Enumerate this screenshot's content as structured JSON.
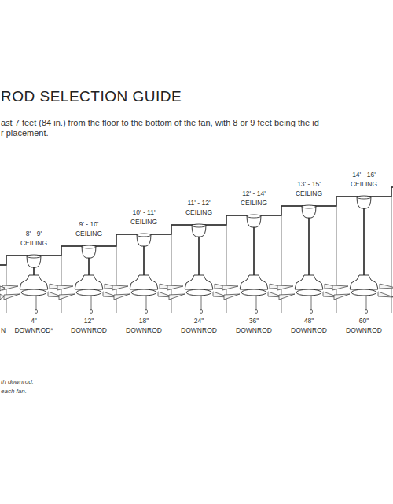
{
  "diagram": {
    "title": "ROD SELECTION GUIDE",
    "labels": [
      "ast 7 feet (84 in.) from the floor to the bottom of the fan, with 8 or 9 feet being the id",
      "r placement.",
      "8' - 9'",
      "CEILING",
      "9' - 10'",
      "CEILING",
      "10' - 11'",
      "CEILING",
      "11' - 12'",
      "CEILING",
      "12' - 14'",
      "CEILING",
      "13' - 15'",
      "CEILING",
      "14' - 16'",
      "CEILING",
      "N",
      "4\"",
      "DOWNROD*",
      "12\"",
      "DOWNROD",
      "18\"",
      "DOWNROD",
      "24\"",
      "DOWNROD",
      "36\"",
      "DOWNROD",
      "48\"",
      "DOWNROD",
      "60\"",
      "DOWNROD",
      "th downrod,",
      "each fan."
    ]
  }
}
